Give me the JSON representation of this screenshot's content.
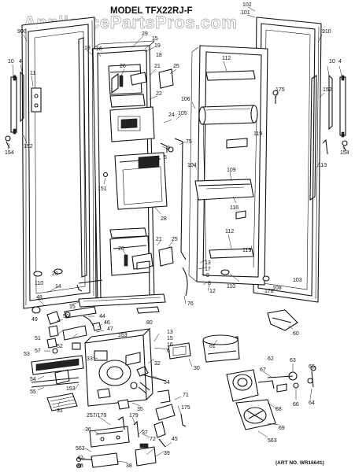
{
  "title": "MODEL TFX22RJ-F",
  "watermark": "AppliancePartsPros.com",
  "art_number": "(ART NO. WR16641)",
  "callouts": {
    "c900": "900",
    "c910": "910",
    "c102": "102",
    "c101": "101",
    "c29": "29",
    "c15a": "15",
    "c19": "19",
    "c18a": "18",
    "c16a": "16",
    "c10a": "10",
    "c4a": "4",
    "c11": "11",
    "c22": "22",
    "c26a": "26",
    "c21a": "21",
    "c25a": "25",
    "c24": "24",
    "c105": "105",
    "c106": "106",
    "c112a": "112",
    "c175a": "175",
    "c152a": "152",
    "c152b": "152",
    "c154a": "154",
    "c154b": "154",
    "c10b": "10",
    "c4b": "4",
    "c75": "75",
    "c3": "3",
    "c5": "5",
    "c151": "151",
    "c28": "28",
    "c104": "104",
    "c109": "109",
    "c116": "116",
    "c119a": "119",
    "c113": "113",
    "c112b": "112",
    "c119b": "119",
    "c26b": "26",
    "c21b": "21",
    "c25b": "25",
    "c110a": "110",
    "c20": "20",
    "c14": "14",
    "c13": "13",
    "c17": "17",
    "c9": "9",
    "c12": "12",
    "c8": "8",
    "c18b": "18",
    "c103": "103",
    "c108": "108",
    "c178": "178",
    "c110b": "110",
    "c48": "48",
    "c44": "44",
    "c15b": "15",
    "c76": "76",
    "c80": "80",
    "c49": "49",
    "c50": "50",
    "c46": "46",
    "c47": "47",
    "c153a": "153",
    "c51": "51",
    "c57": "57",
    "c52": "52",
    "c53": "53",
    "c32": "32",
    "c33": "33",
    "c13b": "13",
    "c15c": "15",
    "c16b": "16",
    "c6": "6",
    "c30": "30",
    "c54": "54",
    "c55": "55",
    "c153b": "153",
    "c34": "34",
    "c31": "31",
    "c35": "35",
    "c71": "71",
    "c175b": "175",
    "c61": "61",
    "c60": "60",
    "c62": "62",
    "c63": "63",
    "c65": "65",
    "c66": "66",
    "c67": "67",
    "c68": "68",
    "c64": "64",
    "c69": "69",
    "c563a": "563",
    "c257": "257/179",
    "c179": "179",
    "c36": "36",
    "c37": "37",
    "c72": "72",
    "c563b": "563",
    "c42": "42",
    "c43": "43",
    "c38": "38",
    "c39": "39",
    "c45": "45"
  }
}
